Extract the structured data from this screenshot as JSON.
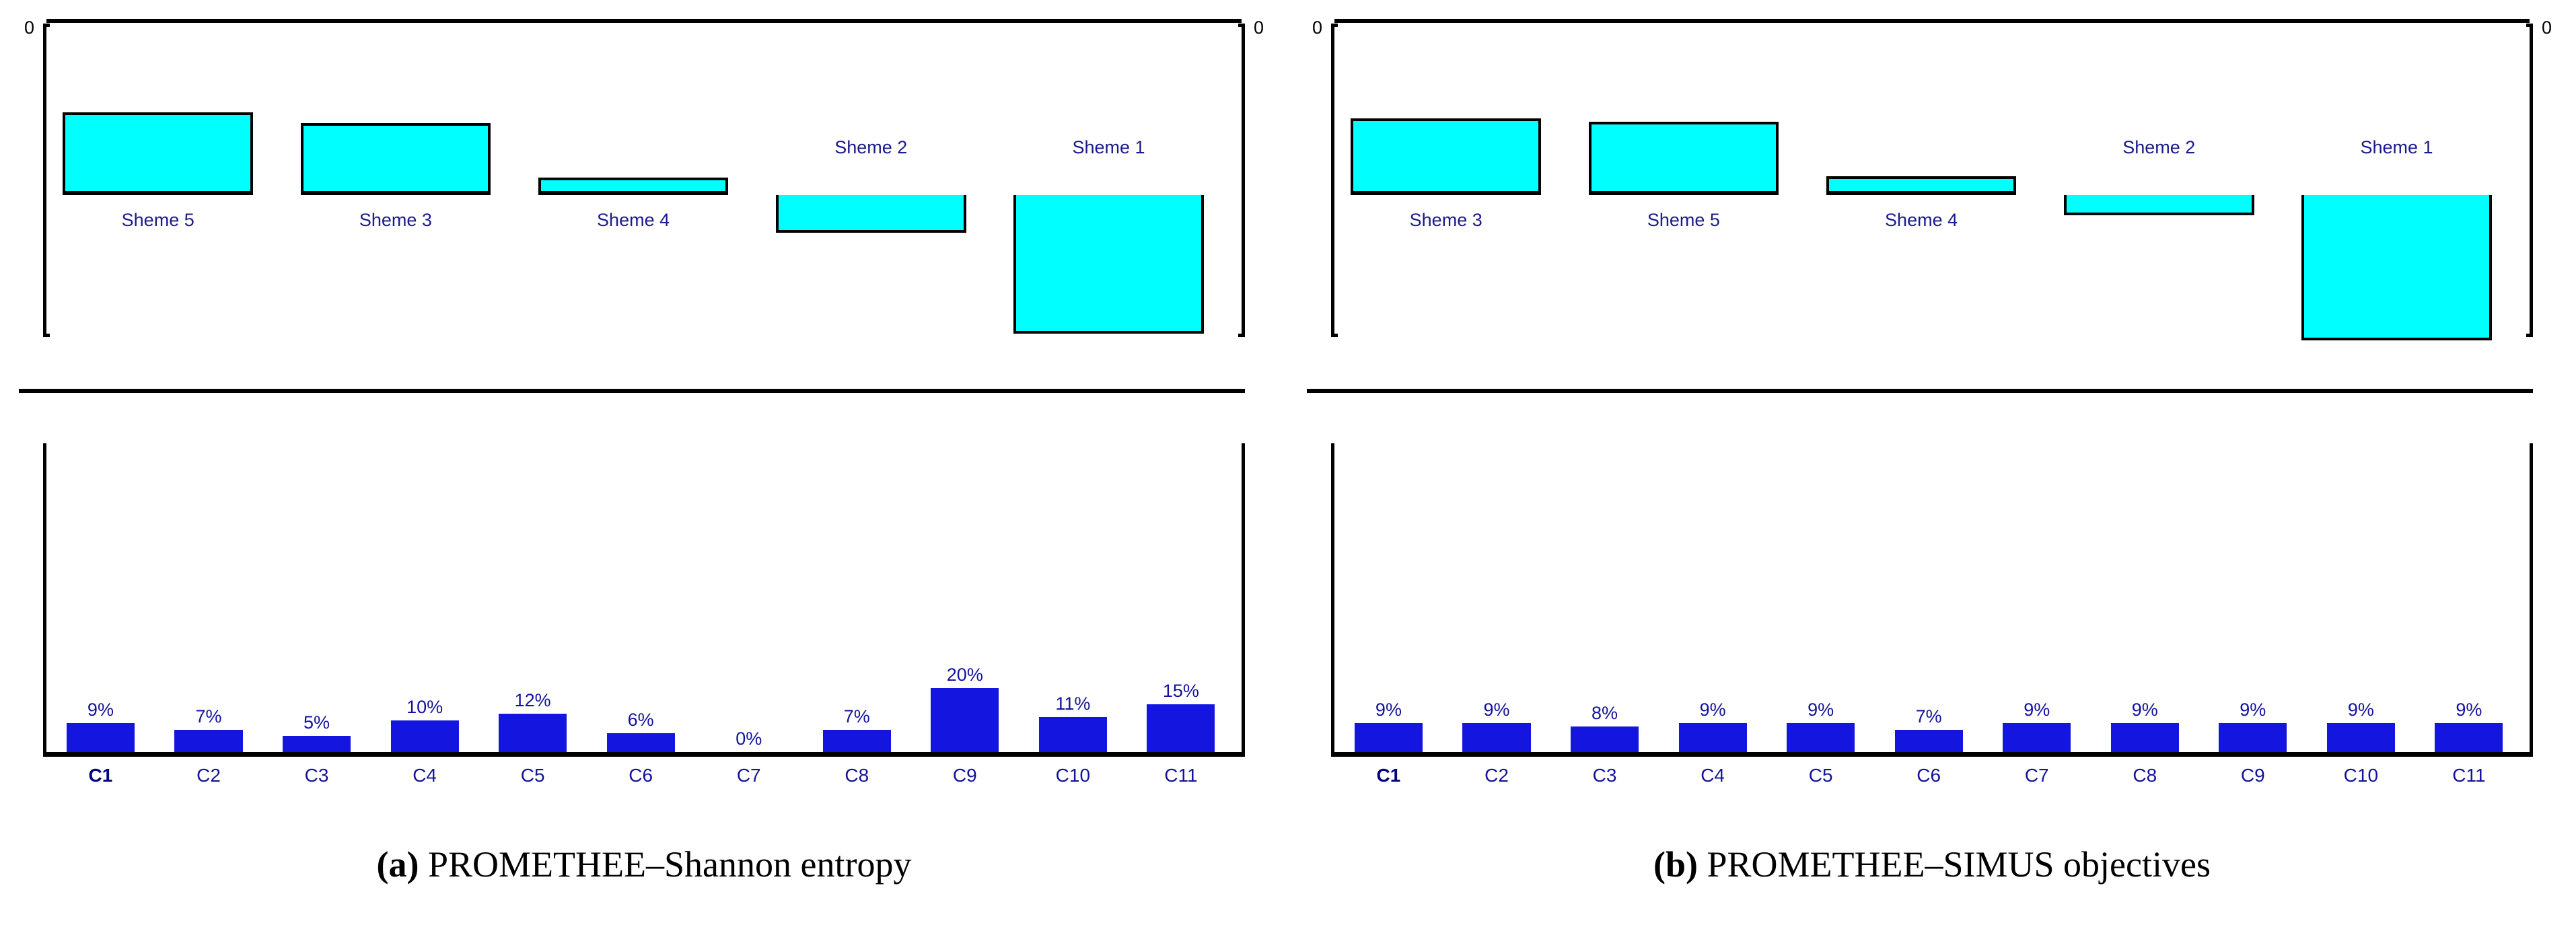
{
  "chart_data": [
    {
      "id": "a-net-flows",
      "type": "bar",
      "title": "",
      "panel_caption_prefix": "(a)",
      "panel_caption_text": " PROMETHEE–Shannon entropy",
      "orientation": "vertical",
      "xlabel": "",
      "ylabel": "",
      "ytick_labels": [
        "0"
      ],
      "axis_zero_label_left": "0",
      "axis_zero_label_right": "0",
      "grid": false,
      "legend": "none",
      "bar_color": "#00FFFF",
      "bar_border_color": "#000000",
      "ylim": [
        -0.95,
        0.62
      ],
      "categories": [
        "Sheme 5",
        "Sheme 3",
        "Sheme 4",
        "Sheme 2",
        "Sheme 1"
      ],
      "values": [
        0.53,
        0.46,
        0.11,
        -0.24,
        -0.89
      ],
      "label_side": [
        "below",
        "below",
        "below",
        "above",
        "above"
      ]
    },
    {
      "id": "a-weights",
      "type": "bar",
      "title": "",
      "orientation": "vertical",
      "xlabel": "",
      "ylabel": "",
      "grid": false,
      "legend": "none",
      "bar_color": "#1515E0",
      "ylim": [
        0,
        46
      ],
      "categories": [
        "C1",
        "C2",
        "C3",
        "C4",
        "C5",
        "C6",
        "C7",
        "C8",
        "C9",
        "C10",
        "C11"
      ],
      "values": [
        9,
        7,
        5,
        10,
        12,
        6,
        0,
        7,
        20,
        11,
        15
      ],
      "value_labels": [
        "9%",
        "7%",
        "5%",
        "10%",
        "12%",
        "6%",
        "0%",
        "7%",
        "20%",
        "11%",
        "15%"
      ],
      "bold_categories": [
        "C1"
      ]
    },
    {
      "id": "b-net-flows",
      "type": "bar",
      "title": "",
      "panel_caption_prefix": "(b)",
      "panel_caption_text": " PROMETHEE–SIMUS objectives",
      "orientation": "vertical",
      "xlabel": "",
      "ylabel": "",
      "ytick_labels": [
        "0"
      ],
      "axis_zero_label_left": "0",
      "axis_zero_label_right": "0",
      "grid": false,
      "legend": "none",
      "bar_color": "#00FFFF",
      "bar_border_color": "#000000",
      "ylim": [
        -0.95,
        0.62
      ],
      "categories": [
        "Sheme 3",
        "Sheme 5",
        "Sheme 4",
        "Sheme 2",
        "Sheme 1"
      ],
      "values": [
        0.49,
        0.47,
        0.12,
        -0.13,
        -0.93
      ],
      "label_side": [
        "below",
        "below",
        "below",
        "above",
        "above"
      ]
    },
    {
      "id": "b-weights",
      "type": "bar",
      "title": "",
      "orientation": "vertical",
      "xlabel": "",
      "ylabel": "",
      "grid": false,
      "legend": "none",
      "bar_color": "#1515E0",
      "ylim": [
        0,
        46
      ],
      "categories": [
        "C1",
        "C2",
        "C3",
        "C4",
        "C5",
        "C6",
        "C7",
        "C8",
        "C9",
        "C10",
        "C11"
      ],
      "values": [
        9,
        9,
        8,
        9,
        9,
        7,
        9,
        9,
        9,
        9,
        9
      ],
      "value_labels": [
        "9%",
        "9%",
        "8%",
        "9%",
        "9%",
        "7%",
        "9%",
        "9%",
        "9%",
        "9%",
        "9%"
      ],
      "bold_categories": [
        "C1"
      ]
    }
  ],
  "panels": [
    {
      "flow": {
        "zero_left": "0",
        "zero_right": "0",
        "bars": [
          {
            "label": "Sheme 5",
            "value": 0.53
          },
          {
            "label": "Sheme 3",
            "value": 0.46
          },
          {
            "label": "Sheme 4",
            "value": 0.11
          },
          {
            "label": "Sheme 2",
            "value": -0.24
          },
          {
            "label": "Sheme 1",
            "value": -0.89
          }
        ]
      },
      "weights": {
        "bars": [
          {
            "cat": "C1",
            "pct": "9%",
            "value": 9
          },
          {
            "cat": "C2",
            "pct": "7%",
            "value": 7
          },
          {
            "cat": "C3",
            "pct": "5%",
            "value": 5
          },
          {
            "cat": "C4",
            "pct": "10%",
            "value": 10
          },
          {
            "cat": "C5",
            "pct": "12%",
            "value": 12
          },
          {
            "cat": "C6",
            "pct": "6%",
            "value": 6
          },
          {
            "cat": "C7",
            "pct": "0%",
            "value": 0
          },
          {
            "cat": "C8",
            "pct": "7%",
            "value": 7
          },
          {
            "cat": "C9",
            "pct": "20%",
            "value": 20
          },
          {
            "cat": "C10",
            "pct": "11%",
            "value": 11
          },
          {
            "cat": "C11",
            "pct": "15%",
            "value": 15
          }
        ]
      },
      "caption_prefix": "(a)",
      "caption_rest": " PROMETHEE–Shannon entropy"
    },
    {
      "flow": {
        "zero_left": "0",
        "zero_right": "0",
        "bars": [
          {
            "label": "Sheme 3",
            "value": 0.49
          },
          {
            "label": "Sheme 5",
            "value": 0.47
          },
          {
            "label": "Sheme 4",
            "value": 0.12
          },
          {
            "label": "Sheme 2",
            "value": -0.13
          },
          {
            "label": "Sheme 1",
            "value": -0.93
          }
        ]
      },
      "weights": {
        "bars": [
          {
            "cat": "C1",
            "pct": "9%",
            "value": 9
          },
          {
            "cat": "C2",
            "pct": "9%",
            "value": 9
          },
          {
            "cat": "C3",
            "pct": "8%",
            "value": 8
          },
          {
            "cat": "C4",
            "pct": "9%",
            "value": 9
          },
          {
            "cat": "C5",
            "pct": "9%",
            "value": 9
          },
          {
            "cat": "C6",
            "pct": "7%",
            "value": 7
          },
          {
            "cat": "C7",
            "pct": "9%",
            "value": 9
          },
          {
            "cat": "C8",
            "pct": "9%",
            "value": 9
          },
          {
            "cat": "C9",
            "pct": "9%",
            "value": 9
          },
          {
            "cat": "C10",
            "pct": "9%",
            "value": 9
          },
          {
            "cat": "C11",
            "pct": "9%",
            "value": 9
          }
        ]
      },
      "caption_prefix": "(b)",
      "caption_rest": " PROMETHEE–SIMUS objectives"
    }
  ],
  "colors": {
    "flow_bar_fill": "#00FFFF",
    "flow_bar_stroke": "#000000",
    "weight_bar_fill": "#1515E0",
    "axis": "#000000",
    "label_text": "#12129c",
    "caption_text": "#000000"
  }
}
